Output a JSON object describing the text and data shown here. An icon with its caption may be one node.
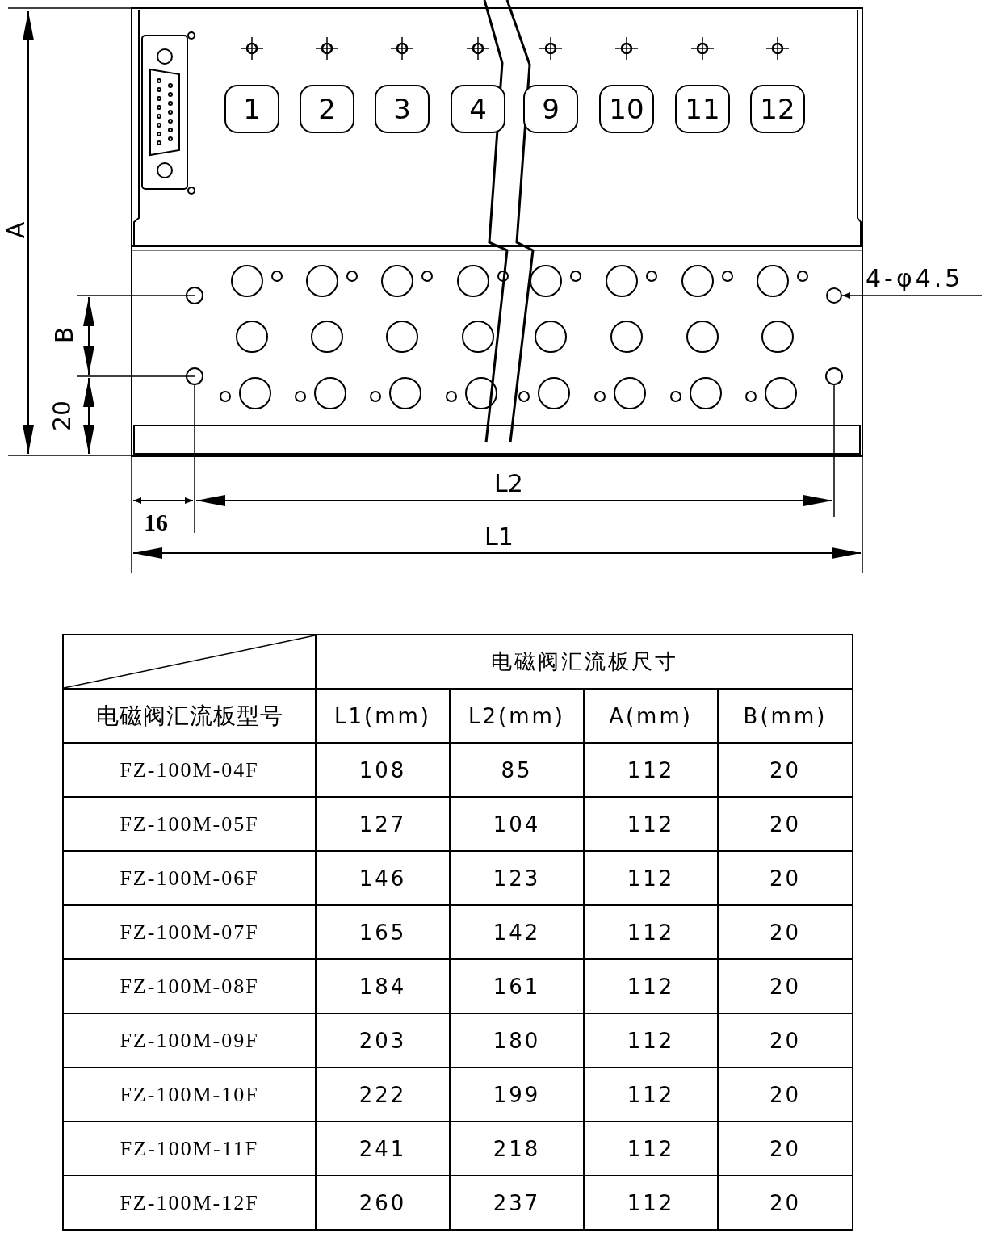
{
  "diagram": {
    "nodes": [
      {
        "text": [
          "1"
        ]
      },
      {
        "text": [
          "2"
        ]
      },
      {
        "text": [
          "3"
        ]
      },
      {
        "text": [
          "4"
        ]
      },
      {
        "text": [
          "9"
        ]
      },
      {
        "text": [
          "10"
        ]
      },
      {
        "text": [
          "11"
        ]
      },
      {
        "text": [
          "12"
        ]
      },
      {
        "text": [
          "4-φ4.5"
        ]
      },
      {
        "text": [],
        "shape": "circle"
      }
    ],
    "edges": [
      {
        "from": 8,
        "to": 9,
        "arrow": "to"
      }
    ],
    "labels": [
      "A",
      "B",
      "20",
      "L2",
      "16",
      "L1",
      "电磁阀汇流板尺寸",
      "电磁阀汇流板型号",
      "L1(mm)",
      "L2(mm)",
      "A(mm)",
      "B(mm)",
      "FZ-100M-04F",
      "108",
      "85",
      "112",
      "20",
      "FZ-100M-05F",
      "127",
      "104",
      "112",
      "20",
      "FZ-100M-06F",
      "146",
      "123",
      "112",
      "20",
      "FZ-100M-07F",
      "165",
      "142",
      "112",
      "20",
      "FZ-100M-08F",
      "184",
      "161",
      "112",
      "20",
      "FZ-100M-09F",
      "203",
      "180",
      "112",
      "20",
      "FZ-100M-10F",
      "222",
      "199",
      "112",
      "20",
      "FZ-100M-11F",
      "241",
      "218",
      "112",
      "20",
      "FZ-100M-12F",
      "260",
      "237",
      "112",
      "20"
    ]
  }
}
